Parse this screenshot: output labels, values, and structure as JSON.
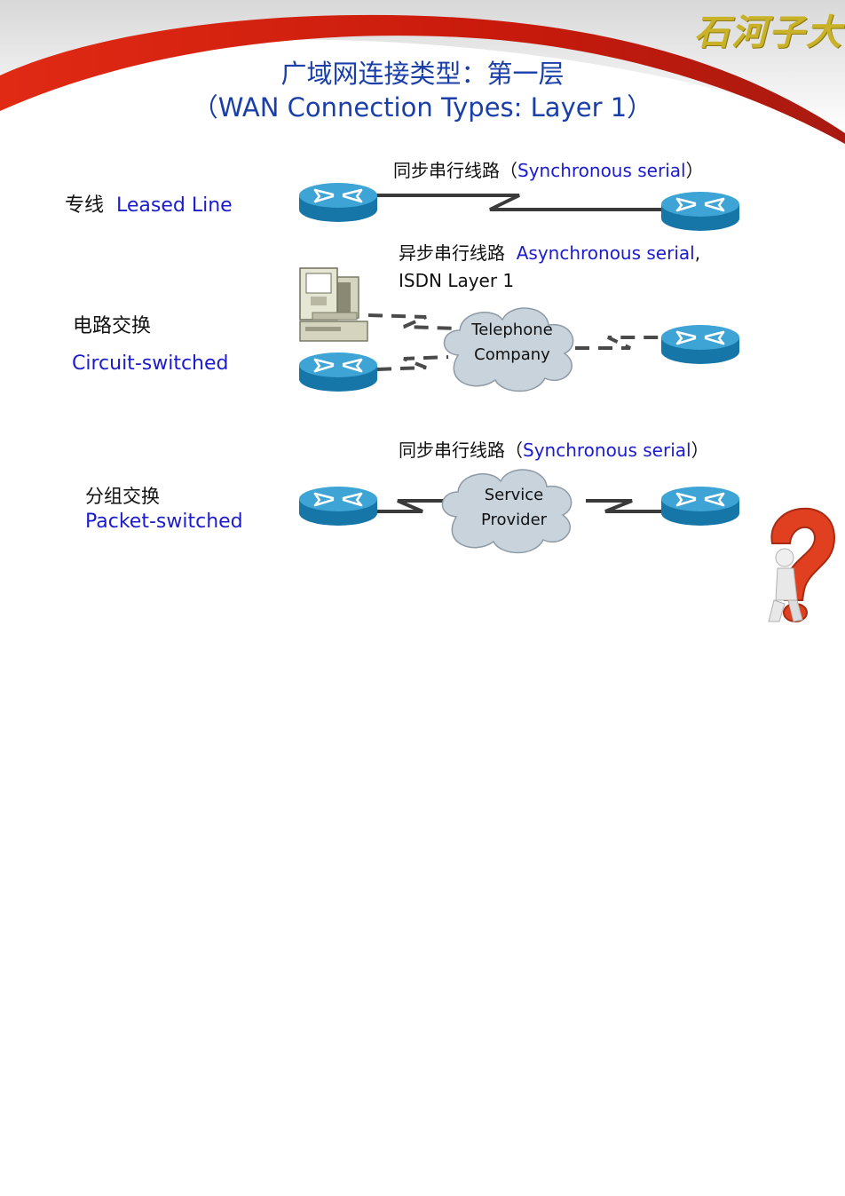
{
  "logo": {
    "text": "石河子大学"
  },
  "title": {
    "line1": "广域网连接类型：第一层",
    "line2": "（WAN Connection Types: Layer 1）"
  },
  "leased": {
    "label_cn": "专线",
    "label_en": "Leased Line",
    "caption_cn": "同步串行线路（",
    "caption_en": "Synchronous serial",
    "caption_end": "）"
  },
  "circuit": {
    "label_cn": "电路交换",
    "label_en": "Circuit-switched",
    "caption_cn": "异步串行线路",
    "caption_en": "Asynchronous serial",
    "caption_comma": ",",
    "caption_line2": "ISDN Layer 1",
    "cloud_line1": "Telephone",
    "cloud_line2": "Company"
  },
  "packet": {
    "label_cn": "分组交换",
    "label_en": "Packet-switched",
    "caption_cn": "同步串行线路（",
    "caption_en": "Synchronous serial",
    "caption_end": "）",
    "cloud_line1": "Service",
    "cloud_line2": "Provider"
  },
  "colors": {
    "router": "#1f8fc4",
    "cloud": "#c9d3dc",
    "banner_red": "#d42010",
    "link": "#3a3a3a",
    "text_blue": "#1b1bd0",
    "title_blue": "#1a3fa8"
  }
}
